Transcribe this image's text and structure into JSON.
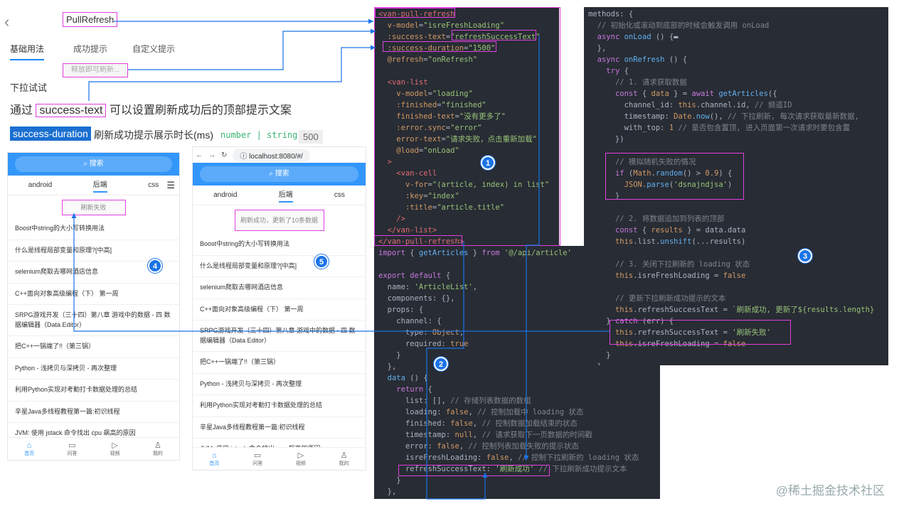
{
  "doc": {
    "back_icon": "chevron-left-icon",
    "title": "PullRefresh",
    "tabs": [
      "基础用法",
      "成功提示",
      "自定义提示"
    ],
    "hint": "释放即可刷新...",
    "try_label": "下拉试试",
    "via_prefix": "通过",
    "via_prop": "success-text",
    "via_suffix": "可以设置刷新成功后的顶部提示文案",
    "duration_prop": "success-duration",
    "duration_desc": "刷新成功提示展示时长(ms)",
    "duration_type": "number | string",
    "duration_default": "500"
  },
  "phone1": {
    "search": "搜索",
    "tabs": [
      "android",
      "后端",
      "css"
    ],
    "tip": "刷新失败",
    "items": [
      "Boost中string的大小写转换用法",
      "什么是线程局部变量和原理?[中高]",
      "selenium爬取去哪网酒店信息",
      "C++面向对象高级编程（下） 第一周",
      "SRPG游戏开发（三十四）第八章 游戏中的数据 - 四 数据编辑器（Data Editor）",
      "把C++一锅端了!!（第三锅）",
      "Python - 浅拷贝与深拷贝 - 再次整理",
      "利用Python实现对考勤打卡数据处理的总结",
      "辛星Java多线程教程第一篇:初识线程",
      "JVM: 使用 jstack 命令找出 cpu 飙高的原因"
    ],
    "footer": [
      "首页",
      "问答",
      "视频",
      "我的"
    ]
  },
  "phone2": {
    "url": "localhost:8080/#/",
    "search": "搜索",
    "tabs": [
      "android",
      "后端",
      "css"
    ],
    "tip": "刷新成功，更新了10条数据",
    "items": [
      "Boost中string的大小写转换用法",
      "什么是线程局部变量和原理?[中高]",
      "selenium爬取去哪网酒店信息",
      "C++面向对象高级编程（下） 第一周",
      "SRPG游戏开发（三十四）第八章 游戏中的数据 - 四 数据编辑器（Data Editor）",
      "把C++一锅端了!!（第三锅）",
      "Python - 浅拷贝与深拷贝 - 再次整理",
      "利用Python实现对考勤打卡数据处理的总结",
      "辛星Java多线程教程第一篇:初识线程",
      "JVM: 使用 jstack 命令找出 cpu 飙高的原因"
    ],
    "footer": [
      "首页",
      "问答",
      "视频",
      "我的"
    ]
  },
  "markers": [
    "1",
    "2",
    "3",
    "4",
    "5"
  ],
  "watermark": "@稀土掘金技术社区",
  "colors": {
    "highlight_box": "#e040e0",
    "arrow": "#1a73e8",
    "code_bg": "#282c34",
    "brand": "#3296fa"
  }
}
